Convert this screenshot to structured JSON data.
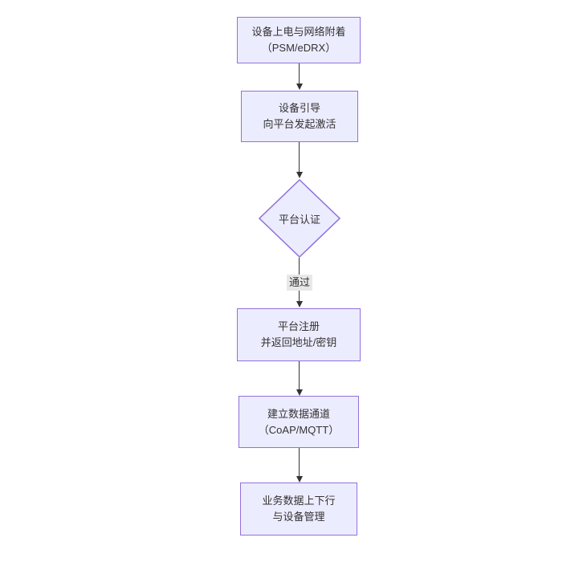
{
  "diagram": {
    "type": "flowchart-top-down",
    "colors": {
      "background": "#ffffff",
      "node_fill": "#ECECFF",
      "node_border": "#9370DB",
      "line_color": "#333333",
      "text_color": "#333333",
      "edge_label_bg": "#e8e8e8"
    },
    "nodes": [
      {
        "id": "power_attach",
        "shape": "rect",
        "lines": [
          "设备上电与网络附着",
          "（PSM/eDRX）"
        ]
      },
      {
        "id": "bootstrap",
        "shape": "rect",
        "lines": [
          "设备引导",
          "向平台发起激活"
        ]
      },
      {
        "id": "auth",
        "shape": "diamond",
        "lines": [
          "平台认证"
        ]
      },
      {
        "id": "register",
        "shape": "rect",
        "lines": [
          "平台注册",
          "并返回地址/密钥"
        ]
      },
      {
        "id": "channel",
        "shape": "rect",
        "lines": [
          "建立数据通道",
          "（CoAP/MQTT）"
        ]
      },
      {
        "id": "business",
        "shape": "rect",
        "lines": [
          "业务数据上下行",
          "与设备管理"
        ]
      }
    ],
    "edges": [
      {
        "from": "power_attach",
        "to": "bootstrap",
        "label": ""
      },
      {
        "from": "bootstrap",
        "to": "auth",
        "label": ""
      },
      {
        "from": "auth",
        "to": "register",
        "label": "通过"
      },
      {
        "from": "register",
        "to": "channel",
        "label": ""
      },
      {
        "from": "channel",
        "to": "business",
        "label": ""
      }
    ]
  }
}
